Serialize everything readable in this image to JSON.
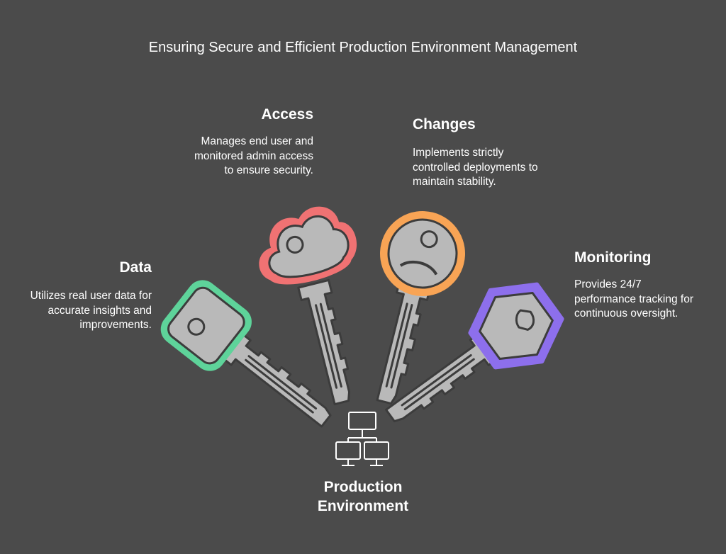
{
  "title": "Ensuring Secure and Efficient Production Environment Management",
  "items": [
    {
      "heading": "Data",
      "description": "Utilizes real user data for accurate insights and improvements.",
      "color": "#5ed39a"
    },
    {
      "heading": "Access",
      "description": "Manages end user and monitored admin access to ensure security.",
      "color": "#f07273"
    },
    {
      "heading": "Changes",
      "description": "Implements strictly controlled deployments to maintain stability.",
      "color": "#f8a455"
    },
    {
      "heading": "Monitoring",
      "description": "Provides 24/7 performance tracking for continuous oversight.",
      "color": "#8d6fec"
    }
  ],
  "center": {
    "line1": "Production",
    "line2": "Environment",
    "icon": "network-computers-icon"
  }
}
